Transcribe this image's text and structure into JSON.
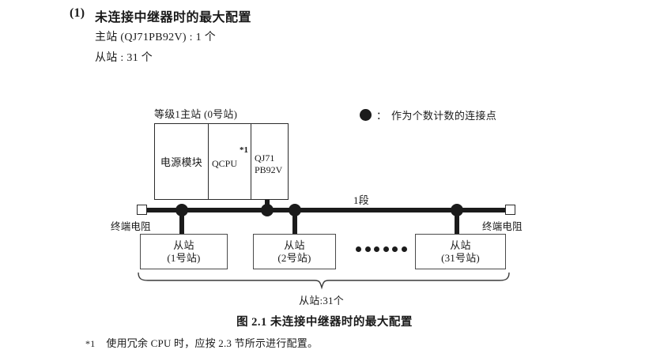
{
  "heading": {
    "number": "(1)",
    "title": "未连接中继器时的最大配置",
    "lines": [
      "主站 (QJ71PB92V) : 1 个",
      "从站 : 31 个"
    ]
  },
  "legend": {
    "symbol": "filled-circle",
    "separator": "：",
    "text": "作为个数计数的连接点"
  },
  "diagram": {
    "master_label": "等级1主站 (0号站)",
    "rack": {
      "power_module": "电源模块",
      "cpu_module": "QCPU",
      "cpu_note": "*1",
      "network_module_line1": "QJ71",
      "network_module_line2": "PB92V"
    },
    "segment_label": "1段",
    "terminal_resistor_left": "终端电阻",
    "terminal_resistor_right": "终端电阻",
    "slaves": [
      {
        "name": "从站",
        "number": "(1号站)"
      },
      {
        "name": "从站",
        "number": "(2号站)"
      },
      {
        "name": "从站",
        "number": "(31号站)"
      }
    ],
    "ellipsis_dot_count": 6,
    "brace_label": "从站:31个"
  },
  "figure": {
    "caption": "图 2.1  未连接中继器时的最大配置"
  },
  "footnote": {
    "marker": "*1",
    "text": "使用冗余 CPU 时，应按 2.3 节所示进行配置。"
  },
  "colors": {
    "ink": "#1a1a1a",
    "line": "#1b1b1b",
    "box_border": "#2b2b2b",
    "slave_border": "#4a4a4a",
    "background": "#ffffff"
  }
}
